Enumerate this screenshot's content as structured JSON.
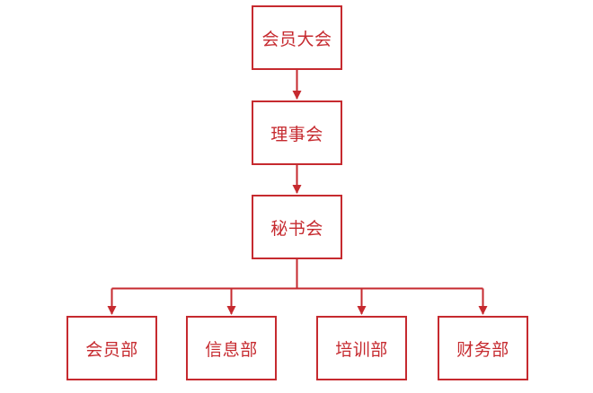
{
  "colors": {
    "line": "#c62a2f",
    "text": "#c62a2f",
    "node_fill": "#ffffff",
    "background": "#ffffff"
  },
  "nodes": {
    "general_assembly": "会员大会",
    "council": "理事会",
    "secretariat": "秘书会",
    "departments": [
      "会员部",
      "信息部",
      "培训部",
      "财务部"
    ]
  }
}
